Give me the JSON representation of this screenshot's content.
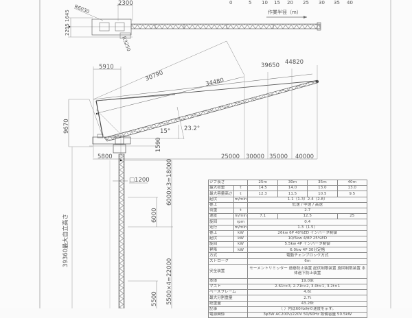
{
  "drawing": {
    "title_axis": {
      "label": "作業半径（m）",
      "ticks": [
        "0",
        "5",
        "10",
        "15",
        "20",
        "25",
        "30",
        "35",
        "40"
      ]
    },
    "plan_view": {
      "dims": {
        "width_top": "2300",
        "radius": "R6030",
        "radius2": "R3250",
        "left_a": "2295",
        "left_b": "1645"
      }
    },
    "elevation": {
      "dims": {
        "tail": "5910",
        "tie_a": "30790",
        "tie_b": "34480",
        "reach_a": "39650",
        "reach_b": "44820",
        "height_jib": "9670",
        "angle_a": "15°",
        "angle_b": "23.2°",
        "height_base": "1590",
        "base_offset": "5800",
        "r25": "25000",
        "r30": "30000",
        "r35": "35000",
        "r40": "40000"
      }
    },
    "mast": {
      "dims": {
        "diameter": "□1200",
        "section_upper": "6000",
        "upper_total": "6000×3=18000",
        "section_lower": "5500",
        "lower_total": "5500×4=22000",
        "total_height": "39360最大自立高さ"
      }
    }
  },
  "spec_table": {
    "header": [
      "ジブ長さ",
      "25m",
      "30m",
      "35m",
      "40m"
    ],
    "rows": [
      {
        "label": "最大荷重",
        "unit": "t",
        "values": [
          "14.5",
          "14.0",
          "13.0",
          "13.0"
        ]
      },
      {
        "label": "最大容量高さ",
        "unit": "t",
        "values": [
          "12.3",
          "11.5",
          "10.5",
          "9.5"
        ]
      }
    ],
    "rows_span": [
      {
        "label": "起伏",
        "unit": "m/min",
        "value": "1.1（1.3）2.4（2.8）"
      },
      {
        "label": "巻上",
        "sub": "低速 / 中速 / 高速",
        "value": ""
      },
      {
        "label": "荷重",
        "unit": "t",
        "value": "2.7"
      },
      {
        "label": "速度",
        "unit": "m/min",
        "values3": [
          "7.1",
          "12.5",
          "25"
        ]
      },
      {
        "label": "旋回",
        "unit": "rpm",
        "value": "0.4"
      },
      {
        "label": "走行",
        "unit": "m/min",
        "value": "1.3（1.5）"
      },
      {
        "label": "巻上",
        "unit": "kW",
        "value": "26kw 6P 40%ED インバータ制御"
      },
      {
        "label": "起伏",
        "unit": "kW",
        "value": "10/5kw 4/8P 25%ED"
      },
      {
        "label": "旋回",
        "unit": "kW",
        "value": "5.5kw 4P インバータ制御"
      },
      {
        "label": "昇降",
        "unit": "kW",
        "value": "6.0kw 4P 30分定格"
      },
      {
        "label": "方式",
        "unit": "",
        "value": "電動チェンブロック方式"
      },
      {
        "label": "ストローク",
        "unit": "",
        "value": "6m"
      },
      {
        "label": "安全装置",
        "unit": "",
        "value": "モーメントリミッター 過巻防止装置 起伏制限装置 旋回制限装置 本体過下防止装置"
      },
      {
        "label": "本体",
        "unit": "",
        "value": "19.09t"
      },
      {
        "label": "マスト",
        "unit": "",
        "value": "2.61t×3, 2.71t×2, 3.0t×1, 3.2t×1"
      },
      {
        "label": "ベースフレーム",
        "unit": "",
        "value": "4.6t"
      },
      {
        "label": "最大分割重量",
        "unit": "",
        "value": "2.7t"
      },
      {
        "label": "総重量",
        "unit": "",
        "value": "43.26t"
      },
      {
        "label": "記事",
        "unit": "",
        "value": "（ ）内は60Hz時の速度を示す。"
      },
      {
        "label": "電源関係",
        "unit": "",
        "value": "3φ3W AC200V/220V 50/60Hz 設備容量 50.5kW"
      }
    ]
  }
}
